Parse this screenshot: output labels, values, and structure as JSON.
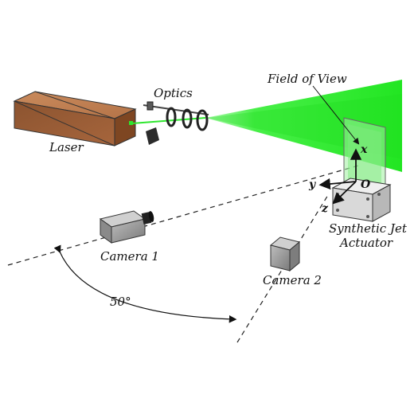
{
  "diagram": {
    "labels": {
      "optics": "Optics",
      "field_of_view": "Field of View",
      "laser": "Laser",
      "camera1": "Camera 1",
      "camera2": "Camera 2",
      "actuator_line1": "Synthetic Jet",
      "actuator_line2": "Actuator",
      "angle": "50°"
    },
    "axes": {
      "x": "x",
      "y": "y",
      "z": "z",
      "origin": "O"
    },
    "colors": {
      "laser_body": "#a5663a",
      "laser_sheet": "#2ee62e",
      "camera_body": "#9a9a9a",
      "actuator_body": "#d6d6d6"
    },
    "icons": [
      "laser-device",
      "optics-lenses",
      "camera-1-device",
      "camera-2-device",
      "actuator-device"
    ]
  }
}
